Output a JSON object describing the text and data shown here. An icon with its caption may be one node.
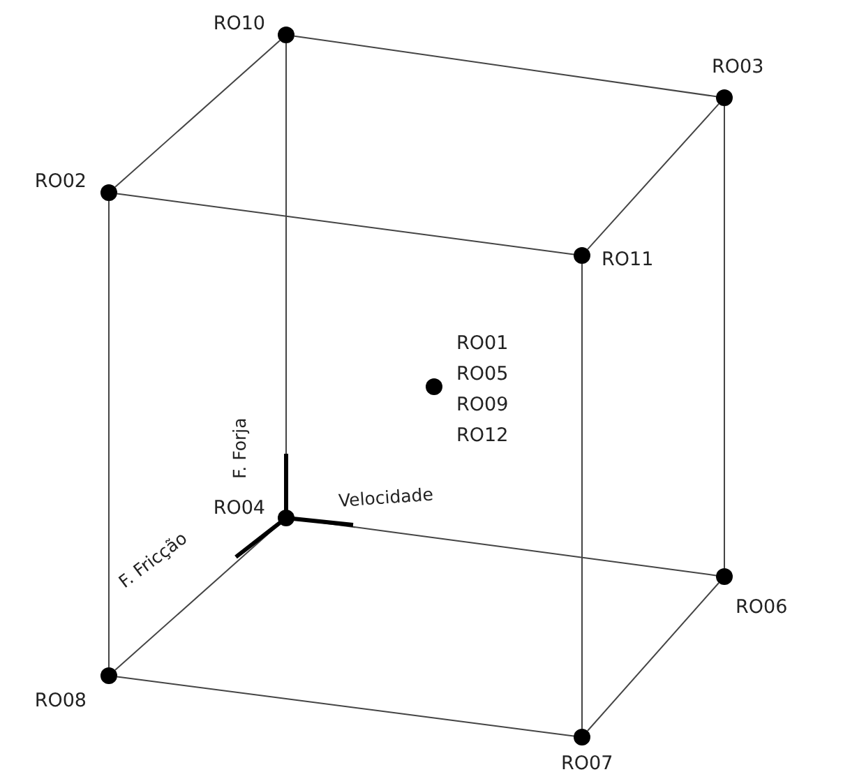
{
  "diagram": {
    "nodes": [
      {
        "text": [
          "RO10"
        ]
      },
      {
        "text": [
          "RO03"
        ]
      },
      {
        "text": [
          "RO02"
        ]
      },
      {
        "text": [
          "RO11"
        ]
      },
      {
        "text": [
          "RO01",
          "RO05",
          "RO09",
          "RO12"
        ]
      },
      {
        "text": [
          "RO04"
        ]
      },
      {
        "text": [
          "RO06"
        ]
      },
      {
        "text": [
          "RO08"
        ]
      },
      {
        "text": [
          "RO07"
        ]
      }
    ],
    "edges": [
      {
        "from": 0,
        "to": 1,
        "arrow": "none"
      },
      {
        "from": 1,
        "to": 3,
        "arrow": "none"
      },
      {
        "from": 3,
        "to": 2,
        "arrow": "none"
      },
      {
        "from": 2,
        "to": 0,
        "arrow": "none"
      },
      {
        "from": 0,
        "to": 5,
        "arrow": "none"
      },
      {
        "from": 2,
        "to": 7,
        "arrow": "none"
      },
      {
        "from": 3,
        "to": 8,
        "arrow": "none"
      },
      {
        "from": 1,
        "to": 6,
        "arrow": "none"
      },
      {
        "from": 5,
        "to": 6,
        "arrow": "none"
      },
      {
        "from": 6,
        "to": 8,
        "arrow": "none"
      },
      {
        "from": 8,
        "to": 7,
        "arrow": "none"
      },
      {
        "from": 7,
        "to": 5,
        "arrow": "none"
      }
    ],
    "labels": [
      "F. Forja",
      "Velocidade",
      "F. Fricção"
    ]
  }
}
